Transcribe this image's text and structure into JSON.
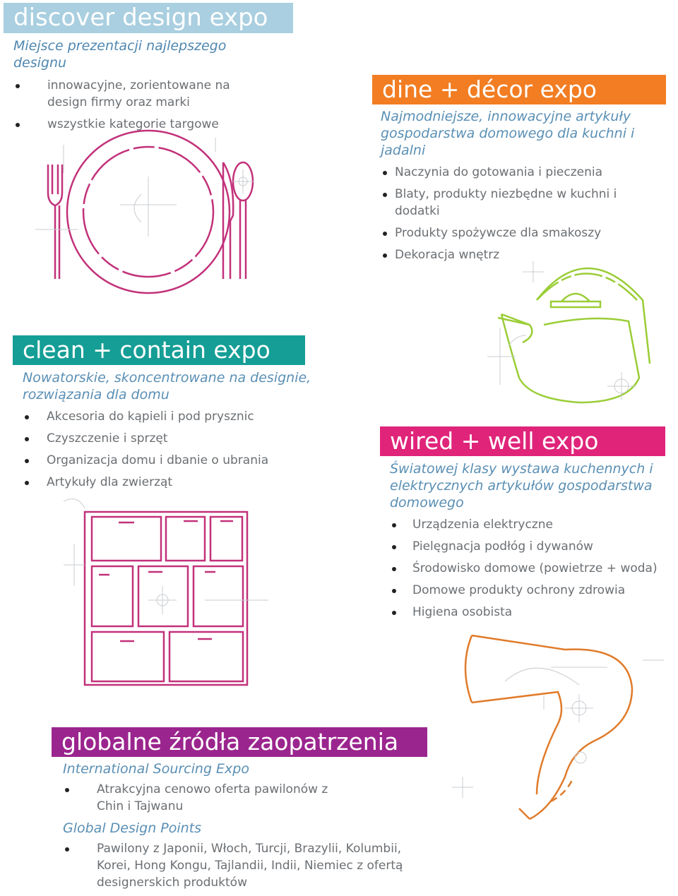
{
  "colors": {
    "discover": "#a9cfe0",
    "dine": "#f27d22",
    "clean": "#159e96",
    "wired": "#e0247a",
    "global": "#9b258e",
    "plate_art": "#c2317a",
    "kettle_art": "#9acd36",
    "cabinet_art": "#c2317a",
    "dryer_art": "#e07b2a"
  },
  "discover": {
    "title": "discover design expo",
    "subtitle": "Miejsce prezentacji najlepszego designu",
    "items": [
      "innowacyjne, zorientowane na design firmy oraz marki",
      "wszystkie kategorie targowe"
    ]
  },
  "dine": {
    "title": "dine + décor expo",
    "subtitle": "Najmodniejsze, innowacyjne artykuły gospodarstwa domowego dla kuchni i jadalni",
    "items": [
      "Naczynia do gotowania i pieczenia",
      "Blaty, produkty niezbędne w kuchni i dodatki",
      "Produkty spożywcze dla smakoszy",
      "Dekoracja wnętrz"
    ]
  },
  "clean": {
    "title": "clean + contain expo",
    "subtitle": "Nowatorskie, skoncentrowane na designie, rozwiązania dla domu",
    "items": [
      "Akcesoria do kąpieli i pod prysznic",
      "Czyszczenie i sprzęt",
      "Organizacja domu i dbanie o ubrania",
      "Artykuły dla zwierząt"
    ]
  },
  "wired": {
    "title": "wired + well expo",
    "subtitle": "Światowej klasy wystawa kuchennych i elektrycznych artykułów gospodarstwa domowego",
    "items": [
      "Urządzenia elektryczne",
      "Pielęgnacja podłóg i dywanów",
      "Środowisko domowe (powietrze + woda)",
      "Domowe produkty ochrony zdrowia",
      "Higiena osobista"
    ]
  },
  "global": {
    "title": "globalne źródła zaopatrzenia",
    "subtitle1": "International Sourcing Expo",
    "items1": [
      "Atrakcyjna cenowo oferta pawilonów z Chin i Tajwanu"
    ],
    "subtitle2": "Global Design Points",
    "items2": [
      "Pawilony z Japonii, Włoch, Turcji, Brazylii, Kolumbii, Korei, Hong Kongu, Tajlandii, Indii, Niemiec z ofertą designerskich produktów"
    ]
  }
}
